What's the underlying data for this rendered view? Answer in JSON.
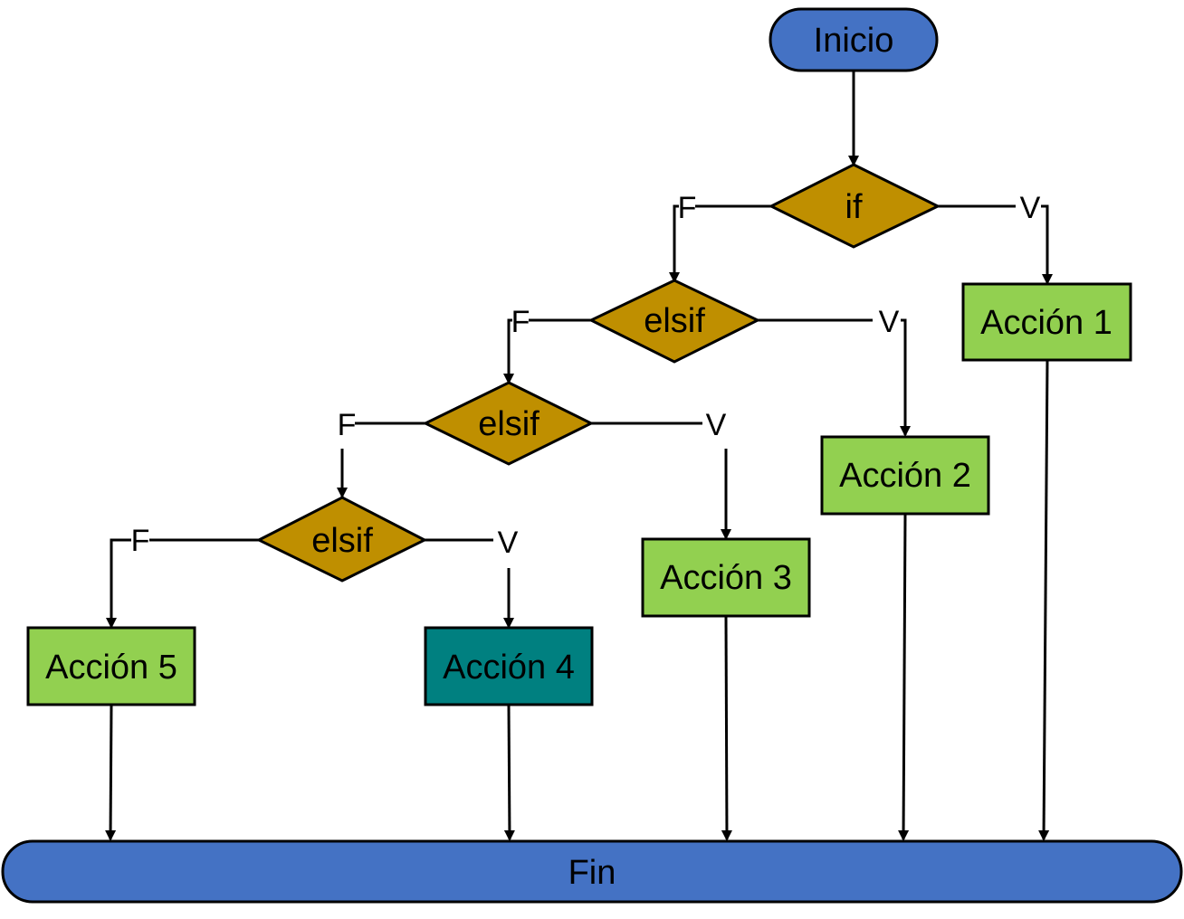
{
  "nodes": {
    "inicio": "Inicio",
    "if": "if",
    "elsif1": "elsif",
    "elsif2": "elsif",
    "elsif3": "elsif",
    "accion1": "Acción 1",
    "accion2": "Acción 2",
    "accion3": "Acción 3",
    "accion4": "Acción 4",
    "accion5": "Acción 5",
    "fin": "Fin"
  },
  "branches": {
    "true_label": "V",
    "false_label": "F"
  },
  "colors": {
    "terminal": "#4472C4",
    "decision": "#BF8F00",
    "action": "#92D050",
    "action_highlight": "#008080",
    "stroke": "#000000"
  }
}
